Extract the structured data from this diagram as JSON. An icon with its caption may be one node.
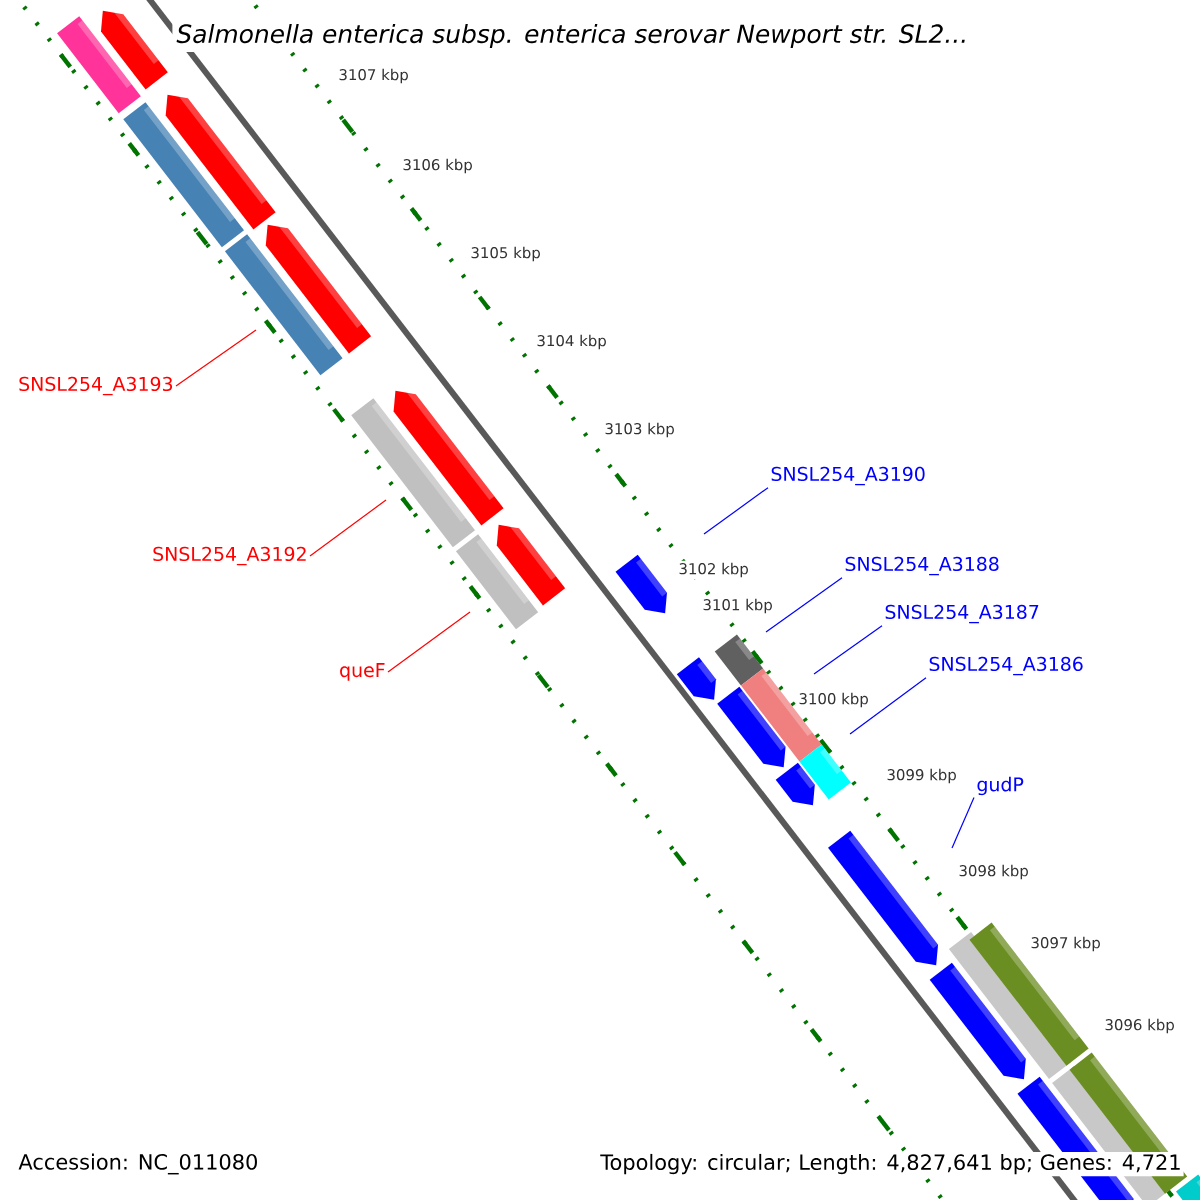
{
  "diagram": {
    "title": "Salmonella enterica subsp. enterica serovar Newport str. SL2...",
    "nodes": [
      {
        "text": [
          "SNSL254_A3193"
        ]
      },
      {
        "text": [
          "SNSL254_A3192"
        ]
      },
      {
        "text": [
          "queF"
        ]
      },
      {
        "text": [
          "SNSL254_A3190"
        ]
      },
      {
        "text": [
          "SNSL254_A3188"
        ]
      },
      {
        "text": [
          "SNSL254_A3187"
        ]
      },
      {
        "text": [
          "SNSL254_A3186"
        ]
      },
      {
        "text": [
          "gudP"
        ]
      }
    ],
    "edges": [
      {
        "from": 0,
        "to": null,
        "arrow": "none",
        "color": "#ff0000"
      },
      {
        "from": 1,
        "to": null,
        "arrow": "none",
        "color": "#ff0000"
      },
      {
        "from": 2,
        "to": null,
        "arrow": "none",
        "color": "#ff0000"
      },
      {
        "from": 3,
        "to": null,
        "arrow": "none"
      },
      {
        "from": 4,
        "to": null,
        "arrow": "none"
      },
      {
        "from": 5,
        "to": null,
        "arrow": "none"
      },
      {
        "from": 6,
        "to": null,
        "arrow": "none"
      },
      {
        "from": 7,
        "to": null,
        "arrow": "none"
      }
    ],
    "labels": [
      "3107 kbp",
      "3106 kbp",
      "3105 kbp",
      "3104 kbp",
      "3103 kbp",
      "3102 kbp",
      "3101 kbp",
      "3100 kbp",
      "3099 kbp",
      "3098 kbp",
      "3097 kbp",
      "3096 kbp",
      "Accession: NC_011080",
      "Topology: circular; Length: 4,827,641 bp; Genes: 4,721"
    ]
  }
}
